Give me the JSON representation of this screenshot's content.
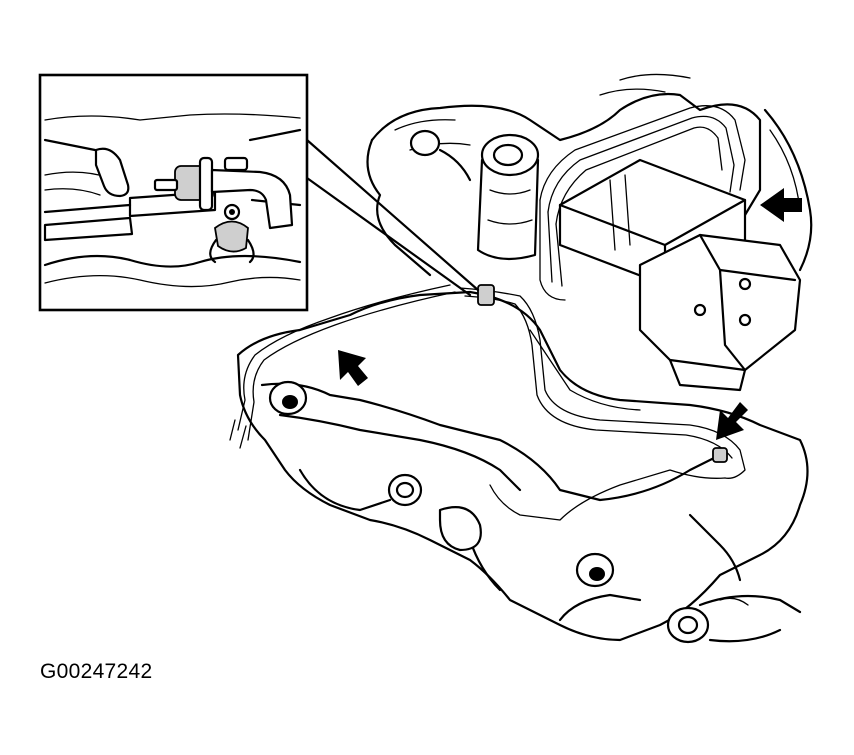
{
  "figure": {
    "id_label": "G00247242"
  },
  "icons": {
    "arrows": [
      "callout-arrow",
      "callout-arrow",
      "callout-arrow"
    ]
  },
  "colors": {
    "line": "#000000",
    "background": "#ffffff",
    "shade": "#cfcfcf"
  }
}
